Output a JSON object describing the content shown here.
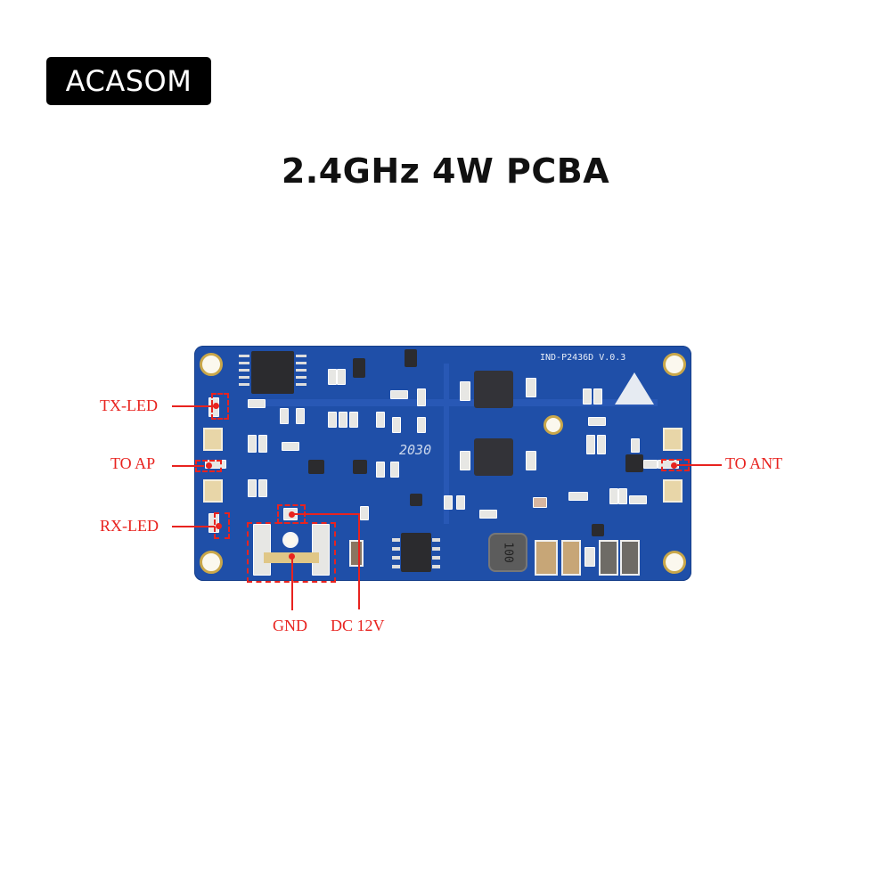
{
  "brand": {
    "name": "ACASOM"
  },
  "header": {
    "title": "2.4GHz 4W PCBA"
  },
  "board": {
    "silkscreen_model": "IND-P2436D V.0.3",
    "silkscreen_code": "2030",
    "inductor_marking": "100",
    "colors": {
      "pcb": "#1f4fa8",
      "annotation": "#e8231f",
      "gold": "#c9a74a"
    }
  },
  "annotations": {
    "tx_led": "TX-LED",
    "to_ap": "TO AP",
    "rx_led": "RX-LED",
    "to_ant": "TO ANT",
    "gnd": "GND",
    "dc": "DC 12V"
  }
}
